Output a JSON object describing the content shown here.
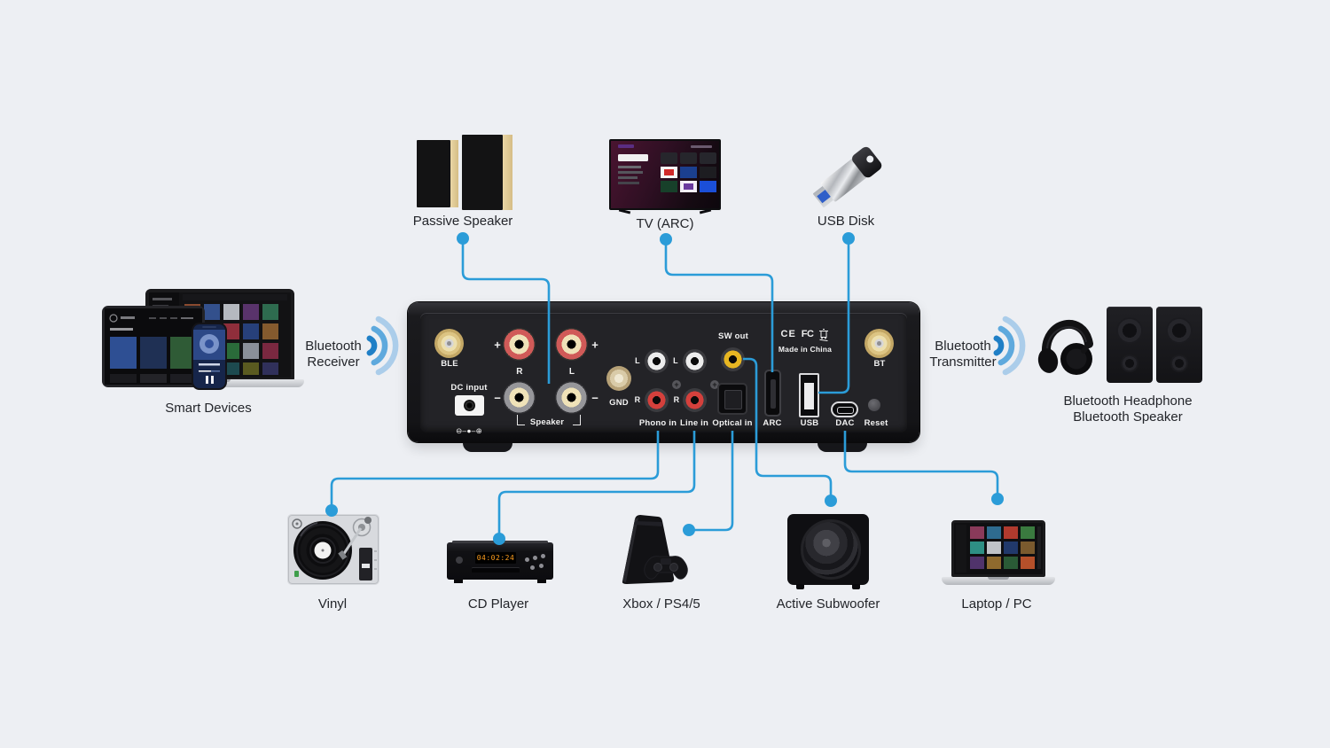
{
  "colors": {
    "background": "#edeff3",
    "accent_line": "#2b9cd8",
    "amp_body": "#1c1c1e"
  },
  "wireless_left": {
    "line1": "Bluetooth",
    "line2": "Receiver"
  },
  "wireless_right": {
    "line1": "Bluetooth",
    "line2": "Transmitter"
  },
  "devices": {
    "smart": {
      "label": "Smart Devices"
    },
    "passive_speaker": {
      "label": "Passive Speaker"
    },
    "tv": {
      "label": "TV (ARC)"
    },
    "usb_disk": {
      "label": "USB Disk"
    },
    "bt_headphone_speaker": {
      "label_line1": "Bluetooth Headphone",
      "label_line2": "Bluetooth Speaker"
    },
    "vinyl": {
      "label": "Vinyl"
    },
    "cd": {
      "label": "CD Player",
      "display": "04:02:24"
    },
    "console": {
      "label": "Xbox / PS4/5"
    },
    "subwoofer": {
      "label": "Active Subwoofer"
    },
    "laptop": {
      "label": "Laptop / PC"
    }
  },
  "amp": {
    "ble": "BLE",
    "bt": "BT",
    "dc_input": "DC input",
    "polarity": "⊖–●–⊕",
    "plus": "+",
    "minus": "−",
    "r": "R",
    "l": "L",
    "speaker": "Speaker",
    "gnd": "GND",
    "phono_in": "Phono in",
    "line_in": "Line in",
    "optical_in": "Optical in",
    "sw_out": "SW out",
    "arc": "ARC",
    "usb": "USB",
    "dac": "DAC",
    "reset": "Reset",
    "cert_ce": "CE",
    "cert_fcc": "FC",
    "made_in": "Made in China"
  }
}
